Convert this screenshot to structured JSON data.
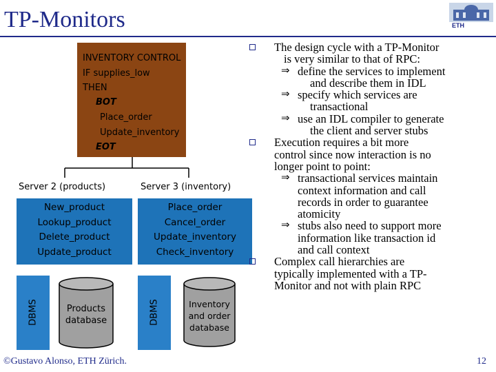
{
  "header": {
    "title": "TP-Monitors",
    "logo_text": "ETH"
  },
  "inventory_control": {
    "heading": "INVENTORY CONTROL",
    "lines": [
      "IF supplies_low",
      "THEN"
    ],
    "bot": "BOT",
    "actions": [
      "Place_order",
      "Update_inventory"
    ],
    "eot": "EOT"
  },
  "servers": [
    {
      "label": "Server 2 (products)",
      "services": [
        "New_product",
        "Lookup_product",
        "Delete_product",
        "Update_product"
      ],
      "dbms_label": "DBMS",
      "database": "Products\ndatabase"
    },
    {
      "label": "Server 3 (inventory)",
      "services": [
        "Place_order",
        "Cancel_order",
        "Update_inventory",
        "Check_inventory"
      ],
      "dbms_label": "DBMS",
      "database": "Inventory\nand order\ndatabase"
    }
  ],
  "bullets": [
    {
      "lines": [
        "The design cycle with a TP-Monitor",
        "is very similar to that of RPC:"
      ],
      "sub": [
        [
          "define the services to implement",
          "and describe them in IDL"
        ],
        [
          "specify which services are",
          "transactional"
        ],
        [
          "use an IDL compiler to generate",
          "the client and server stubs"
        ]
      ]
    },
    {
      "lines": [
        "Execution requires a bit more",
        "control since now interaction is no",
        "longer point to point:"
      ],
      "sub": [
        [
          "transactional services maintain",
          "context information and call",
          "records in order to guarantee",
          "atomicity"
        ],
        [
          "stubs also need to support more",
          "information like transaction id",
          "and call context"
        ]
      ]
    },
    {
      "lines": [
        "Complex call hierarchies are",
        "typically implemented with a TP-",
        "Monitor and not with plain RPC"
      ],
      "sub": []
    }
  ],
  "footer": {
    "copyright": "©Gustavo Alonso, ETH Zürich.",
    "page_number": "12"
  },
  "colors": {
    "title": "#1f2a8a",
    "inventory_box": "#8b4513",
    "server_box": "#1e73b8",
    "dbms_box": "#2a80c8",
    "database": "#a0a0a0"
  }
}
